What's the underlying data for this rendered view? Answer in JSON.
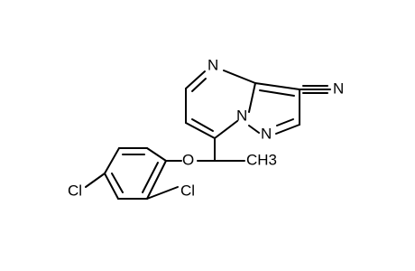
{
  "molecule": {
    "atoms": {
      "n4": "N",
      "n_bridge": "N",
      "n1": "N",
      "cn_nitrogen": "N",
      "ether_oxygen": "O",
      "methyl": "CH3",
      "chloro_2": "Cl",
      "chloro_4": "Cl"
    }
  }
}
